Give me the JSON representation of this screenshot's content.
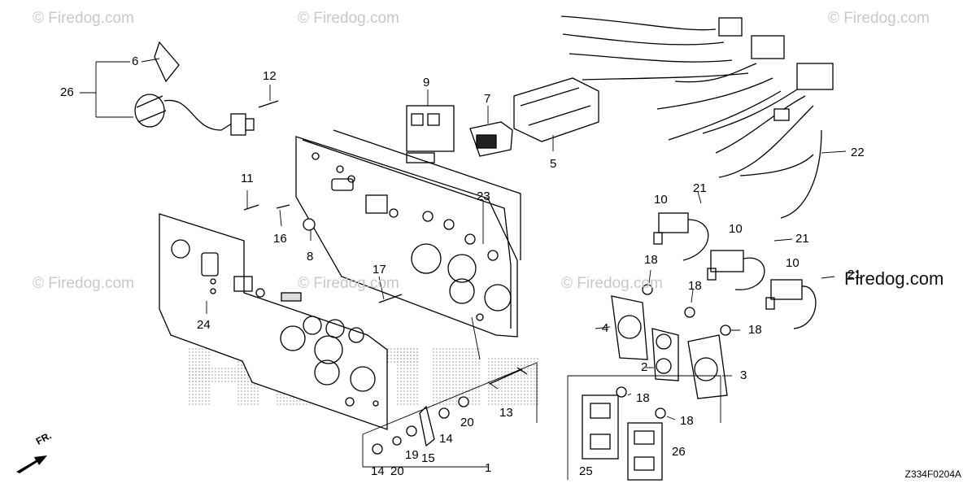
{
  "watermarks": [
    "© Firedog.com",
    "© Firedog.com",
    "© Firedog.com",
    "© Firedog.com",
    "© Firedog.com",
    "© Firedog.com",
    "© Firedog.com"
  ],
  "watermark_inline": "Firedog.com",
  "brand_background": "HONDA",
  "direction_label": "FR.",
  "diagram_code": "Z334F0204A",
  "callouts": [
    "1",
    "2",
    "3",
    "4",
    "5",
    "6",
    "7",
    "8",
    "9",
    "10",
    "10",
    "10",
    "11",
    "12",
    "13",
    "14",
    "14",
    "15",
    "16",
    "17",
    "18",
    "18",
    "18",
    "18",
    "18",
    "19",
    "20",
    "20",
    "21",
    "21",
    "21",
    "22",
    "23",
    "24",
    "25",
    "26",
    "26"
  ],
  "colors": {
    "line": "#000000",
    "watermark": "#c8c8c8",
    "halftone": "#bdbdbd"
  }
}
